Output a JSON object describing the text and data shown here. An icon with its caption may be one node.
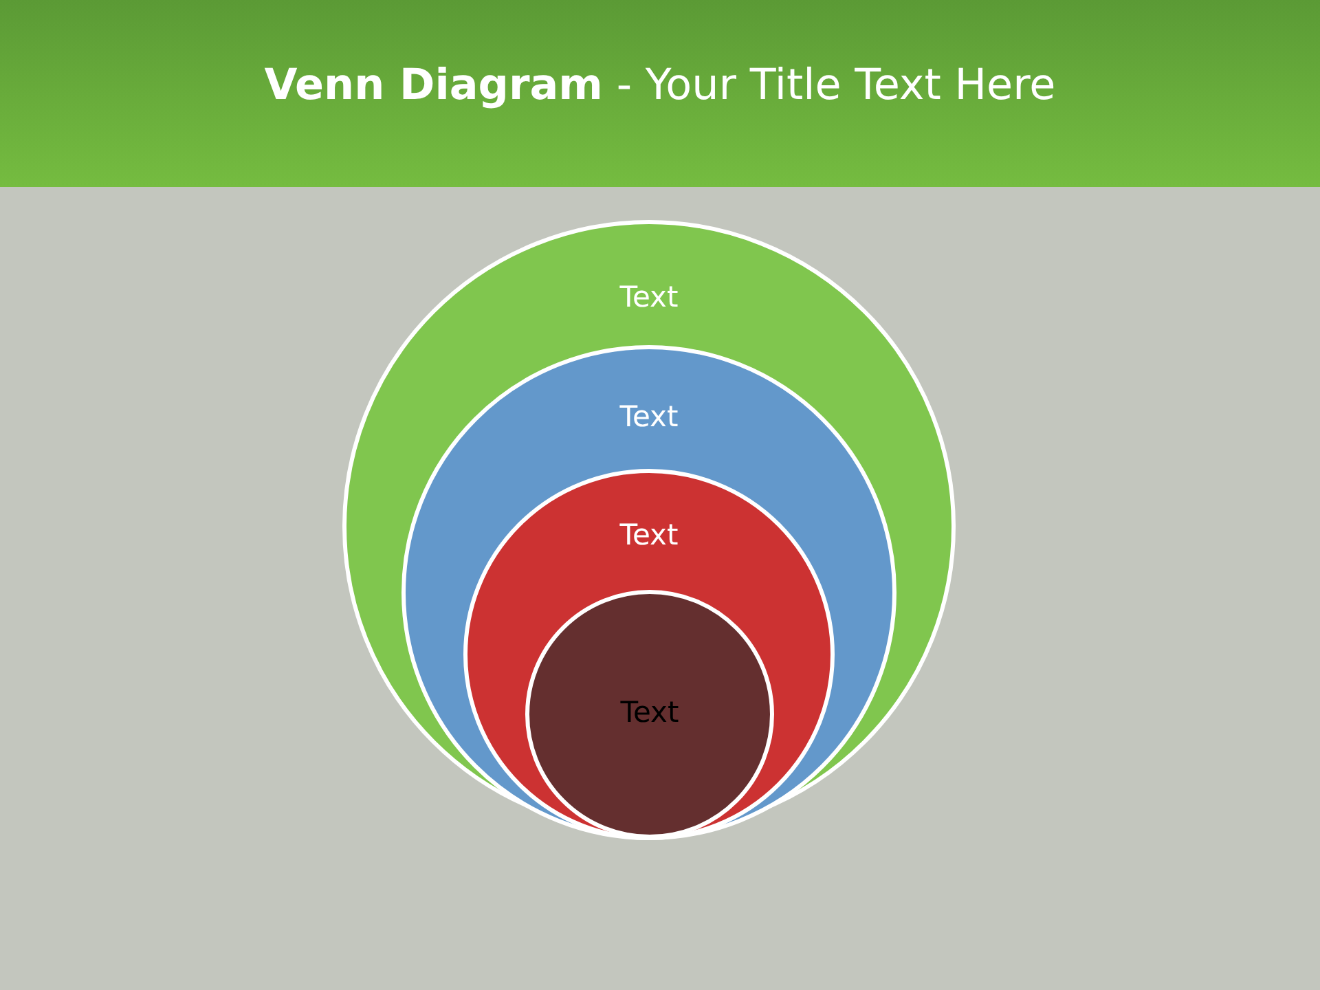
{
  "diagram": {
    "title": "**Venn Diagram** - Your Title Text Here",
    "nodes": [
      {
        "text": [
          "Text"
        ]
      },
      {
        "text": [
          "Text"
        ],
        "in": 0
      },
      {
        "text": [
          "Text"
        ],
        "in": 1
      },
      {
        "text": [
          "Text"
        ],
        "in": 2
      }
    ]
  }
}
